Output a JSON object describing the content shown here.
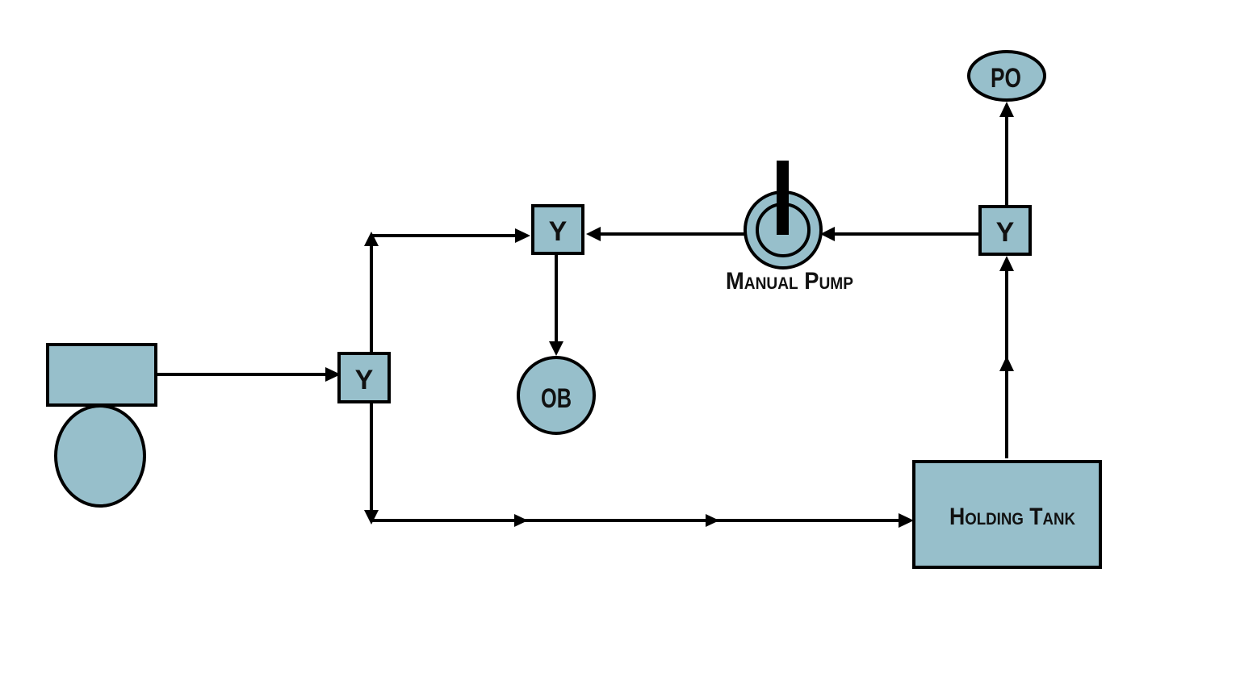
{
  "colors": {
    "fill": "#97bfcb",
    "stroke": "#000000",
    "background": "#ffffff"
  },
  "valves": {
    "left": "Y",
    "upper": "Y",
    "right": "Y"
  },
  "outlets": {
    "ob": "OB",
    "po": "PO"
  },
  "pump": {
    "label": "Manual Pump",
    "icon": "pump-handle-icon"
  },
  "tank": {
    "label": "Holding Tank"
  },
  "toilet": {
    "icon": "toilet-icon"
  }
}
